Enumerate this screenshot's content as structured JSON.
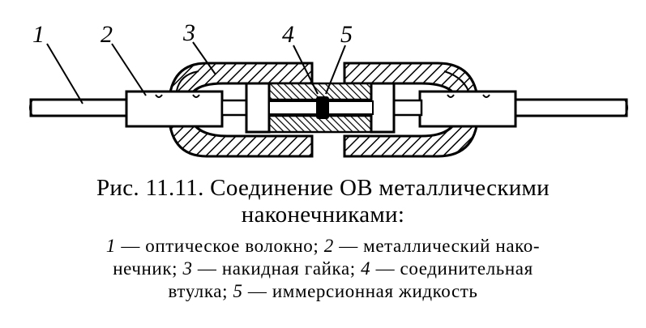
{
  "diagram": {
    "callouts": [
      {
        "id": "1",
        "label": "1"
      },
      {
        "id": "2",
        "label": "2"
      },
      {
        "id": "3",
        "label": "3"
      },
      {
        "id": "4",
        "label": "4"
      },
      {
        "id": "5",
        "label": "5"
      }
    ],
    "colors": {
      "ink": "#000000",
      "paper": "#ffffff"
    }
  },
  "caption": {
    "title_line1": "Рис. 11.11. Соединение ОВ металлическими",
    "title_line2": "наконечниками:",
    "legend_lines": [
      [
        {
          "num": "1",
          "text": " — оптическое волокно; "
        },
        {
          "num": "2",
          "text": " — металлический нако-"
        }
      ],
      [
        {
          "num": "",
          "text": "нечник; "
        },
        {
          "num": "3",
          "text": " — накидная гайка; "
        },
        {
          "num": "4",
          "text": " — соединительная"
        }
      ],
      [
        {
          "num": "",
          "text": "втулка; "
        },
        {
          "num": "5",
          "text": " — иммерсионная жидкость"
        }
      ]
    ]
  }
}
